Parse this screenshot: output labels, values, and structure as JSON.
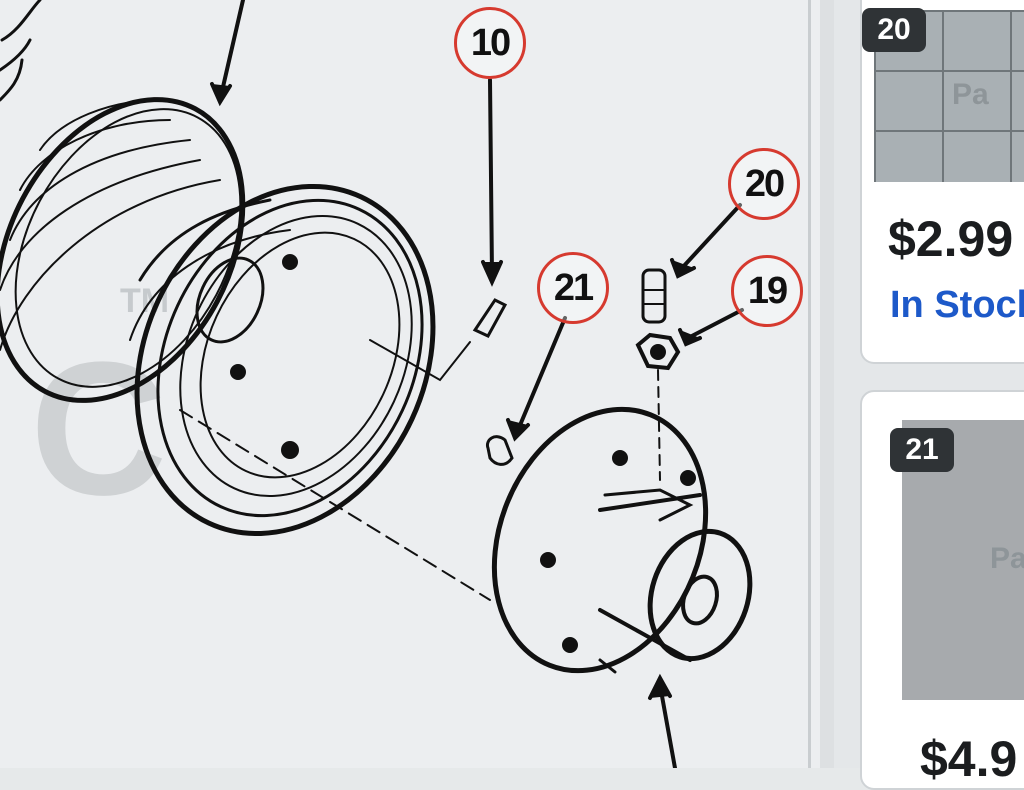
{
  "diagram": {
    "callouts": [
      {
        "id": "c10",
        "label": "10"
      },
      {
        "id": "c21",
        "label": "21"
      },
      {
        "id": "c20",
        "label": "20"
      },
      {
        "id": "c19",
        "label": "19"
      }
    ],
    "watermark_letters": "TM",
    "watermark_logo": "C"
  },
  "parts": [
    {
      "badge": "20",
      "thumb_text": "Pa",
      "price": "$2.99",
      "stock": "In Stock"
    },
    {
      "badge": "21",
      "thumb_text": "Pa",
      "price": "$4.9"
    }
  ]
}
